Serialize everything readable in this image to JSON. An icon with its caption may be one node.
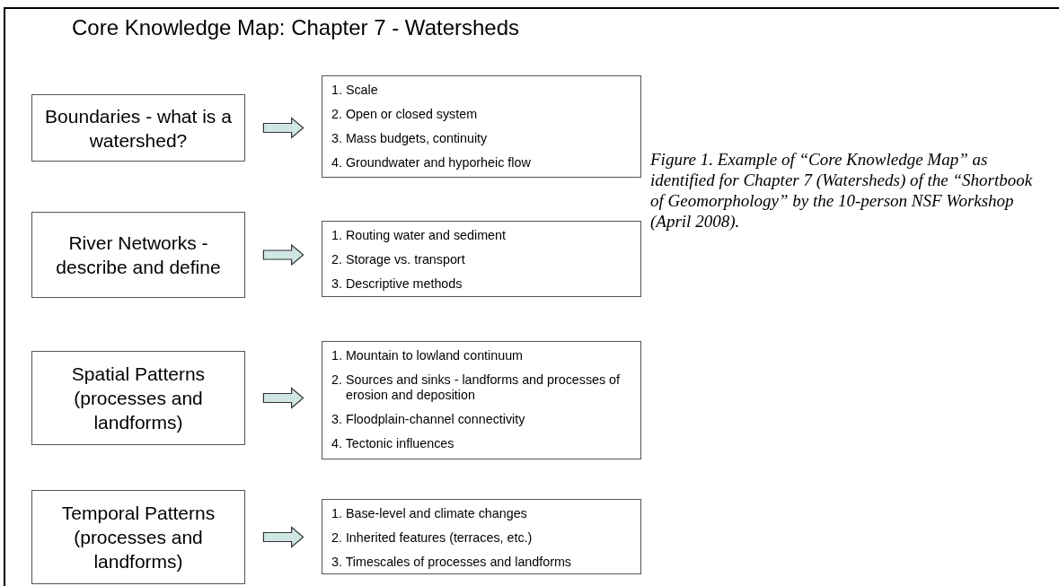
{
  "diagram": {
    "title": "Core Knowledge Map:  Chapter 7 - Watersheds",
    "caption": "Figure 1.  Example of “Core Knowledge Map” as identified for Chapter 7 (Watersheds) of the “Shortbook of Geomorphology” by the 10-person NSF Workshop (April 2008).",
    "nodes": [
      {
        "text": [
          "Boundaries - what is a watershed?"
        ]
      },
      {
        "text": [
          "1. Scale",
          "2. Open or closed system",
          "3. Mass budgets, continuity",
          "4. Groundwater and hyporheic flow"
        ]
      },
      {
        "text": [
          "River Networks - describe and define"
        ]
      },
      {
        "text": [
          "1. Routing water and sediment",
          "2. Storage vs. transport",
          "3. Descriptive methods"
        ]
      },
      {
        "text": [
          "Spatial Patterns (processes and landforms)"
        ]
      },
      {
        "text": [
          "1. Mountain to lowland continuum",
          "2. Sources and sinks - landforms and processes of erosion and deposition",
          "3. Floodplain-channel connectivity",
          "4. Tectonic influences"
        ]
      },
      {
        "text": [
          "Temporal Patterns (processes and landforms)"
        ]
      },
      {
        "text": [
          "1. Base-level and climate changes",
          "2. Inherited features (terraces, etc.)",
          "3. Timescales of processes and landforms"
        ]
      }
    ],
    "edges": [
      {
        "from": 0,
        "to": 1,
        "arrow": "to"
      },
      {
        "from": 2,
        "to": 3,
        "arrow": "to"
      },
      {
        "from": 4,
        "to": 5,
        "arrow": "to"
      },
      {
        "from": 6,
        "to": 7,
        "arrow": "to"
      }
    ]
  }
}
